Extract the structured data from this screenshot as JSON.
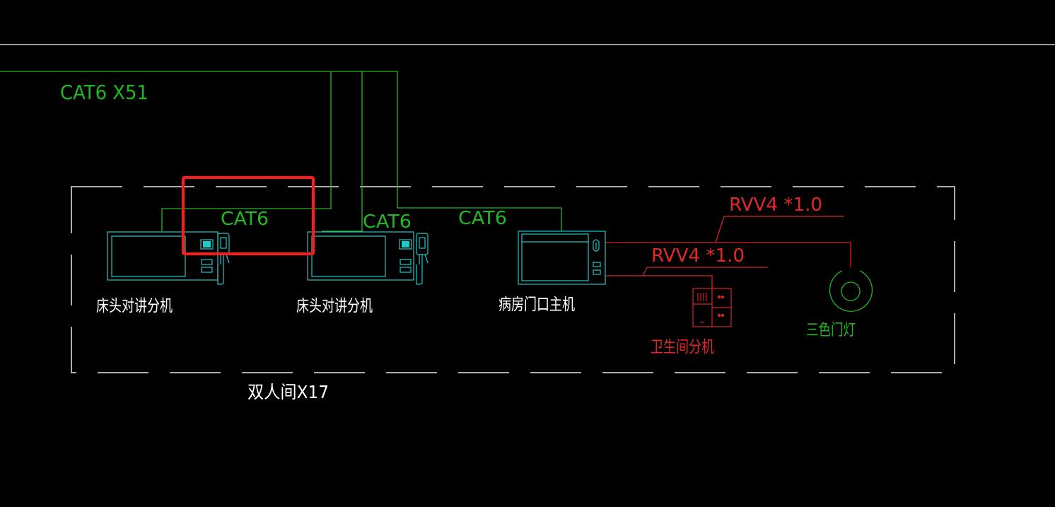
{
  "colors": {
    "background": "#000000",
    "white": "#ffffff",
    "green": "#21b821",
    "cyan": "#1fc9c9",
    "red": "#d42424",
    "highlight": "#ff0000"
  },
  "labels": {
    "main_cable": "CAT6 X51",
    "cable_1": "CAT6",
    "cable_2": "CAT6",
    "cable_3": "CAT6",
    "rvv_top": "RVV4 *1.0",
    "rvv_bottom": "RVV4 *1.0",
    "device_bed_1": "床头对讲分机",
    "device_bed_2": "床头对讲分机",
    "device_door": "病房门口主机",
    "device_bath": "卫生间分机",
    "device_lamp": "三色门灯",
    "room": "双人间X17"
  }
}
